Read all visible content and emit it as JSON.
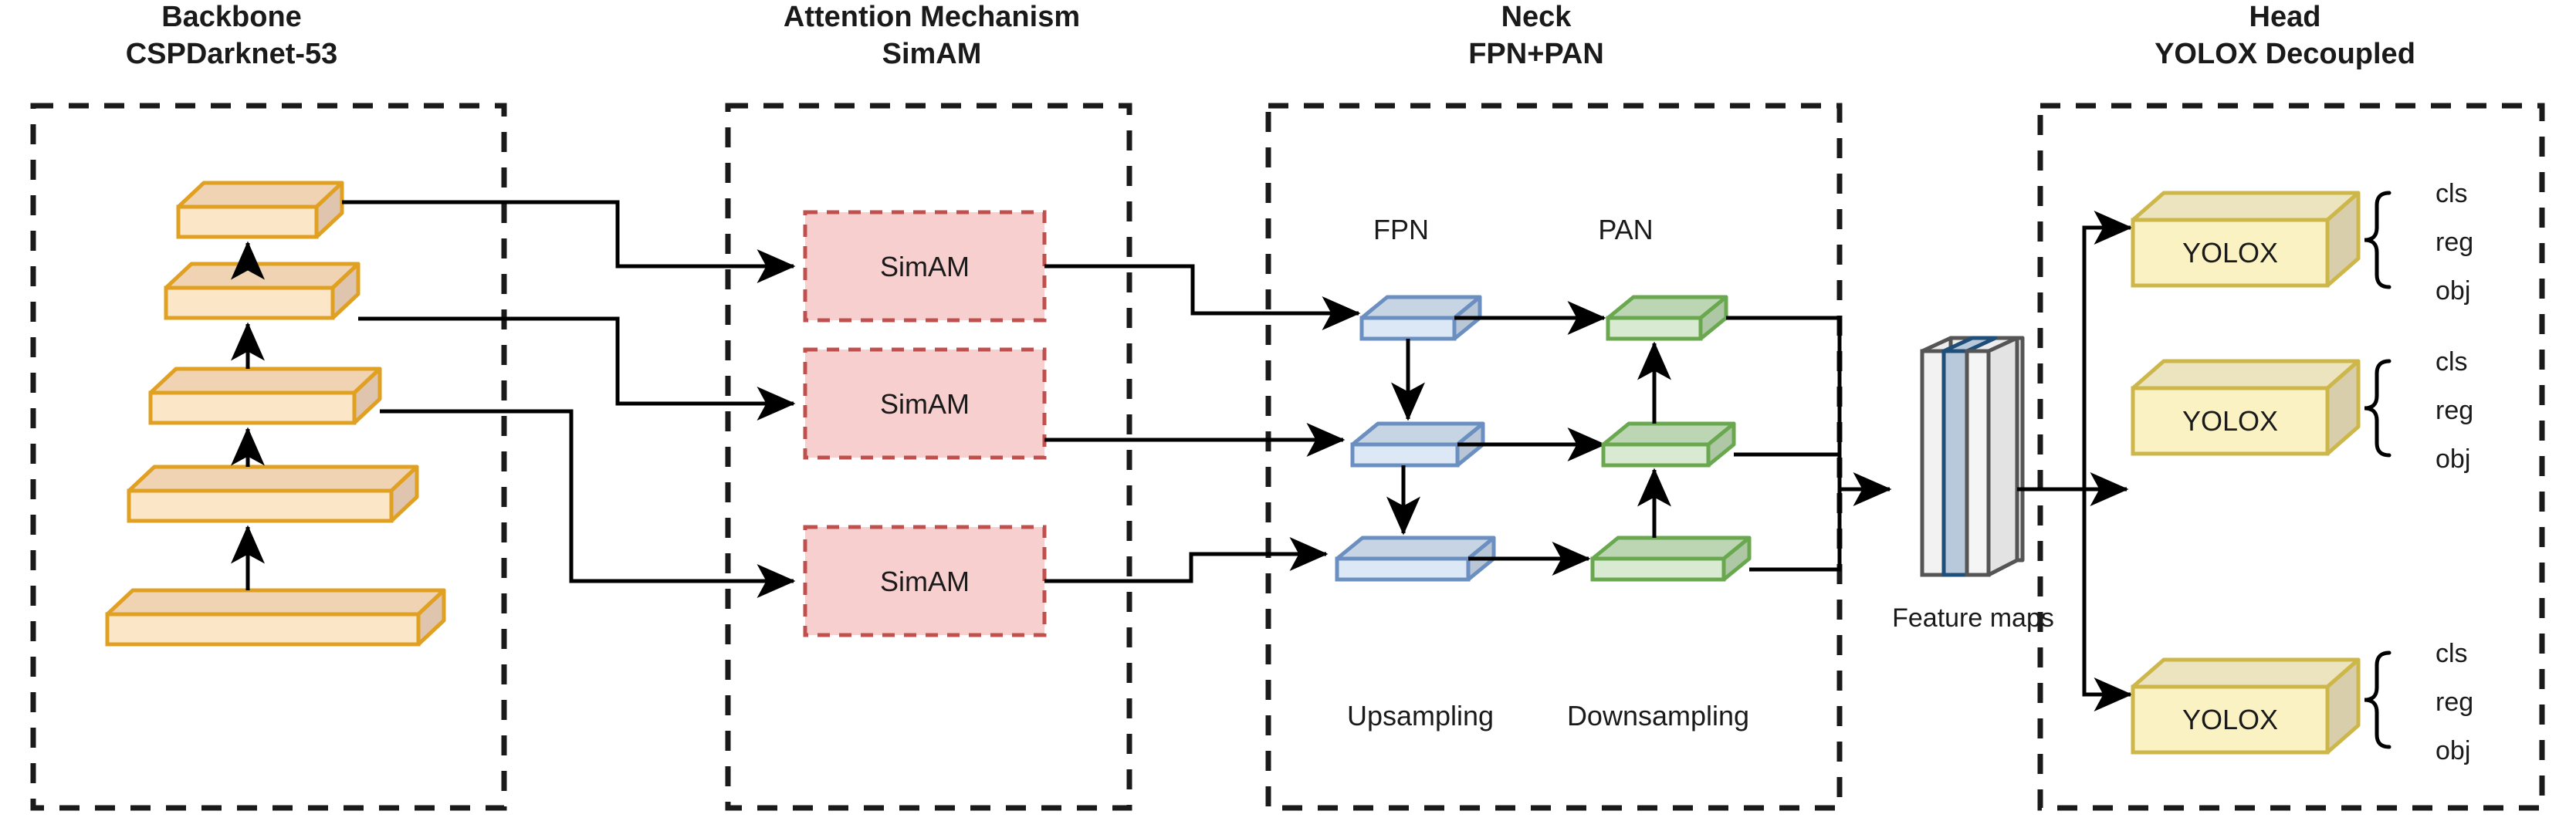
{
  "diagram": {
    "title_note": "YOLOX-based detection network architecture",
    "sections": [
      {
        "id": "backbone",
        "line1": "Backbone",
        "line2": "CSPDarknet-53"
      },
      {
        "id": "attention",
        "line1": "Attention Mechanism",
        "line2": "SimAM"
      },
      {
        "id": "neck",
        "line1": "Neck",
        "line2": "FPN+PAN"
      },
      {
        "id": "head",
        "line1": "Head",
        "line2": "YOLOX Decoupled"
      }
    ],
    "backbone": {
      "blocks": [
        {
          "index": 1,
          "label": ""
        },
        {
          "index": 2,
          "label": ""
        },
        {
          "index": 3,
          "label": ""
        },
        {
          "index": 4,
          "label": ""
        },
        {
          "index": 5,
          "label": ""
        }
      ]
    },
    "attention": {
      "blocks": [
        {
          "index": 1,
          "label": "SimAM"
        },
        {
          "index": 2,
          "label": "SimAM"
        },
        {
          "index": 3,
          "label": "SimAM"
        }
      ]
    },
    "neck": {
      "fpn_label": "FPN",
      "pan_label": "PAN",
      "upsampling_label": "Upsampling",
      "downsampling_label": "Downsampling",
      "fpn_blocks": [
        {
          "index": 1
        },
        {
          "index": 2
        },
        {
          "index": 3
        }
      ],
      "pan_blocks": [
        {
          "index": 1
        },
        {
          "index": 2
        },
        {
          "index": 3
        }
      ]
    },
    "feature_maps": {
      "label": "Feature maps"
    },
    "head": {
      "blocks": [
        {
          "index": 1,
          "label": "YOLOX",
          "outputs": [
            "cls",
            "reg",
            "obj"
          ]
        },
        {
          "index": 2,
          "label": "YOLOX",
          "outputs": [
            "cls",
            "reg",
            "obj"
          ]
        },
        {
          "index": 3,
          "label": "YOLOX",
          "outputs": [
            "cls",
            "reg",
            "obj"
          ]
        }
      ]
    },
    "colors": {
      "backbone_top": "#efd3b3",
      "backbone_front": "#fce6c8",
      "backbone_side": "#e0c5ae",
      "backbone_stroke": "#e0a022",
      "simam_fill": "#f7cfcf",
      "simam_stroke": "#c0504d",
      "fpn_top": "#c6d4e4",
      "fpn_front": "#dce8f5",
      "fpn_side": "#b9c6d6",
      "fpn_stroke": "#6a8fc0",
      "pan_top": "#bcd6b4",
      "pan_front": "#d8ead2",
      "pan_side": "#aec8a6",
      "pan_stroke": "#6aa84f",
      "head_top": "#ece3bf",
      "head_front": "#fbf2c4",
      "head_side": "#d8ceab",
      "head_stroke": "#cdb64a",
      "fm_light": "#ededed",
      "fm_blue": "#b8c9db",
      "fm_stroke": "#555555",
      "fm_blue_stroke": "#1f4e79",
      "group_border": "#1a1a1a",
      "line": "#000000"
    }
  }
}
